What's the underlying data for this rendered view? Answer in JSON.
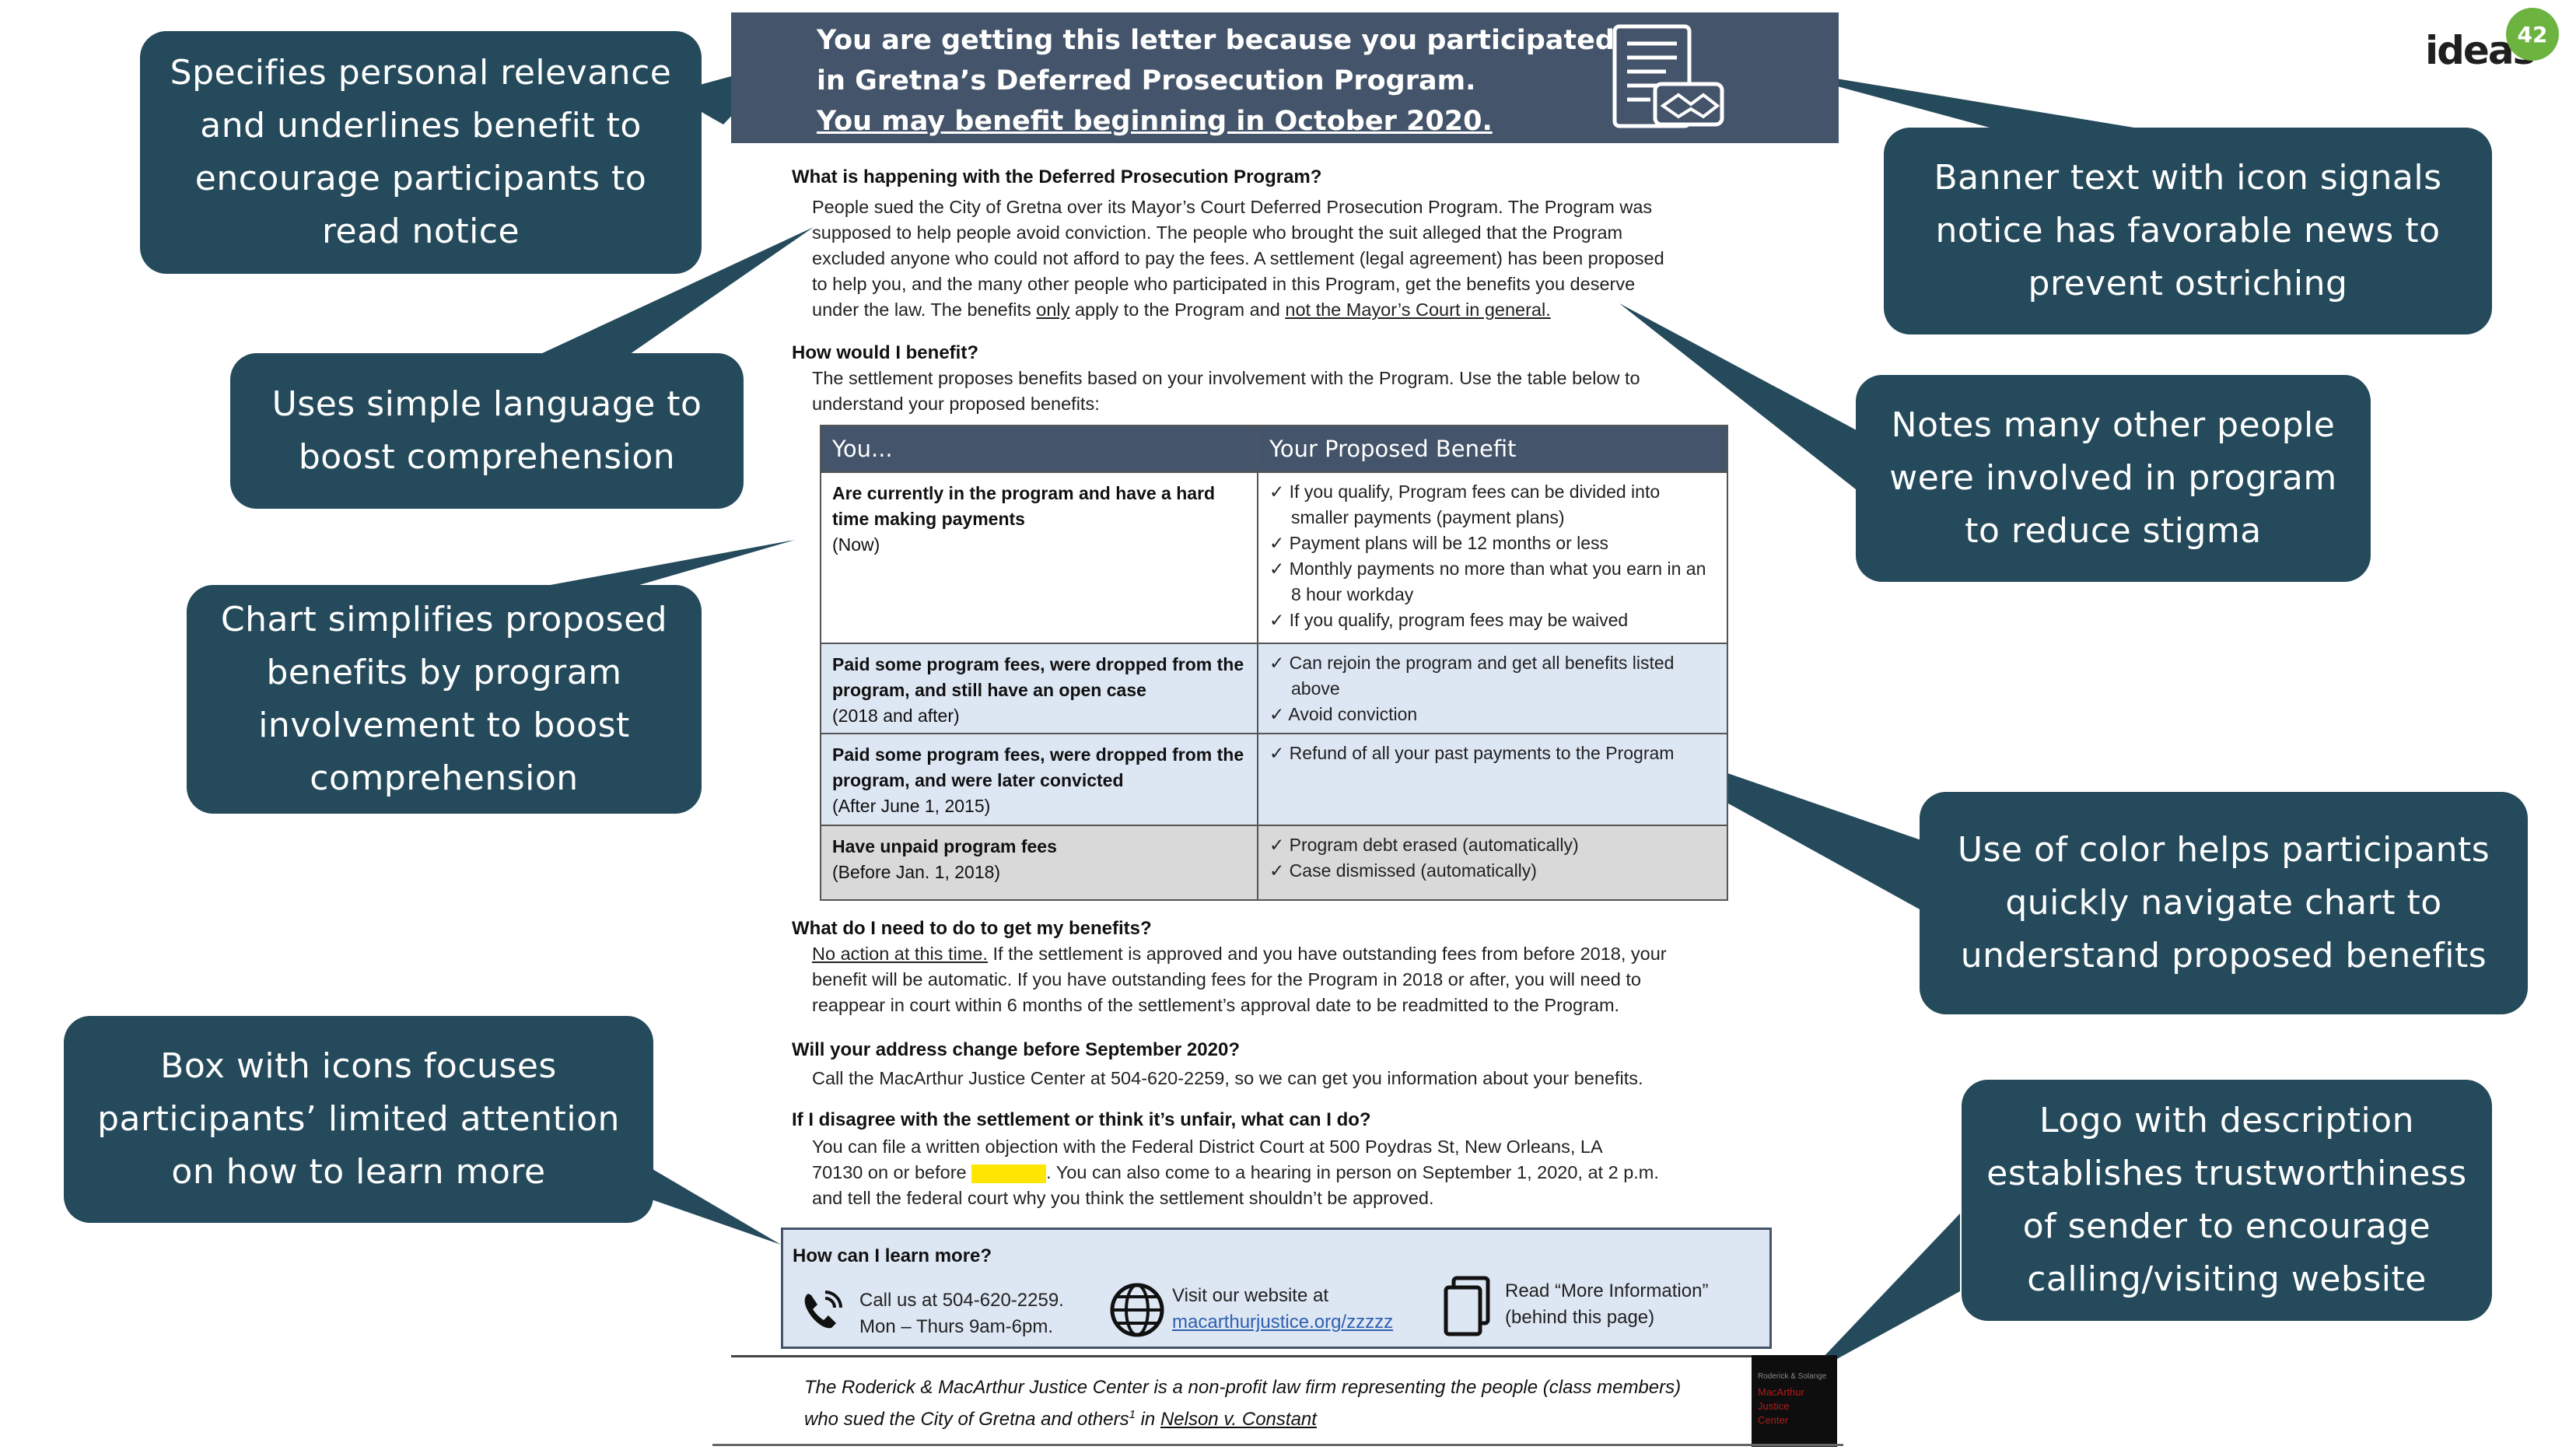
{
  "callouts": {
    "relevance": "Specifies personal relevance and underlines benefit to encourage participants to read notice",
    "simple_language": "Uses simple language to boost comprehension",
    "chart": "Chart simplifies proposed benefits by program involvement to boost comprehension",
    "box_icons": "Box with icons focuses participants’ limited attention on how to learn more",
    "banner": "Banner text with icon signals notice has favorable news to prevent ostriching",
    "many_people": "Notes many other people were involved in program to reduce stigma",
    "color": "Use of color helps participants quickly navigate chart to understand proposed benefits",
    "logo": "Logo with description establishes trustworthiness of sender to encourage calling/visiting website"
  },
  "banner": {
    "line1": "You are getting this letter because you participated",
    "line2": "in Gretna’s Deferred Prosecution Program.",
    "line3": "You may benefit beginning in October 2020.",
    "icon": "handshake-document-icon"
  },
  "sections": {
    "q1": "What is happening with the Deferred Prosecution Program?",
    "p1_l1": "People sued the City of Gretna over its Mayor’s Court Deferred Prosecution Program. The Program was",
    "p1_l2": "supposed to help people avoid conviction. The people who brought the suit alleged that the Program",
    "p1_l3": "excluded anyone who could not afford to pay the fees. A settlement (legal agreement) has been proposed",
    "p1_l4": "to help you, and the many other people who participated in this Program, get the benefits you deserve",
    "p1_l5a": "under the law. The benefits ",
    "p1_l5b": "only",
    "p1_l5c": " apply to the Program and ",
    "p1_l5d": "not the Mayor’s Court in general.",
    "q2": "How would I benefit?",
    "p2_l1": "The settlement proposes benefits based on your involvement with the Program. Use the table below to",
    "p2_l2": "understand your proposed benefits:",
    "q3": "What do I need to do to get my benefits?",
    "p3_l1a": "No action at this time.",
    "p3_l1b": " If the settlement is approved and you have outstanding fees from before 2018,  your",
    "p3_l2": "benefit will be automatic. If you have outstanding fees for the Program in 2018 or after, you will need to",
    "p3_l3": "reappear in court within 6 months of the settlement’s approval date to be readmitted to the Program.",
    "q4": "Will your address change before September 2020?",
    "p4": "Call the MacArthur Justice Center at 504-620-2259, so we can get you information about your benefits.",
    "q5": "If I disagree with the settlement or think it’s unfair, what can I do?",
    "p5_l1": "You can file a written objection with the Federal District Court at 500 Poydras St, New Orleans, LA",
    "p5_l2a": "70130 on or before ",
    "p5_l2b": ". You can also come to a hearing in person on September 1, 2020, at 2 p.m.",
    "p5_l3": "and tell the federal court why you think the settlement shouldn’t be approved."
  },
  "table": {
    "col1": "You...",
    "col2": "Your Proposed Benefit",
    "rows": [
      {
        "left_bold": "Are currently in the program and have a hard time making payments",
        "left_note": "(Now)",
        "benefits": [
          "If you qualify, Program fees can be divided into smaller payments (payment plans)",
          "Payment plans will be 12 months or less",
          "Monthly payments no more than what you earn in an 8 hour workday",
          "If you qualify, program fees may be waived"
        ]
      },
      {
        "left_bold": "Paid some program fees, were dropped from the program, and still have an open case",
        "left_note": "(2018 and after)",
        "benefits": [
          "Can rejoin the program and get all benefits listed above",
          "Avoid conviction"
        ]
      },
      {
        "left_bold": "Paid some program fees, were dropped from the program, and were later convicted",
        "left_note": "(After June 1, 2015)",
        "benefits": [
          "Refund of all your past payments to the Program"
        ]
      },
      {
        "left_bold": "Have unpaid program fees",
        "left_note": "(Before Jan. 1, 2018)",
        "benefits": [
          "Program debt erased (automatically)",
          "Case dismissed (automatically)"
        ]
      }
    ],
    "colors": {
      "header": "#44546a",
      "row_white": "#ffffff",
      "row_blue": "#dde6f3",
      "row_gray": "#d9d9d9"
    },
    "check": "✓"
  },
  "learn_more": {
    "title": "How can I learn more?",
    "phone_l1": "Call us at 504-620-2259.",
    "phone_l2": "Mon – Thurs 9am-6pm.",
    "web_l1": "Visit our website at",
    "web_l2": "macarthurjustice.org/zzzzz",
    "read_l1": "Read “More Information”",
    "read_l2": "(behind this page)"
  },
  "footer": {
    "l1": "The Roderick & MacArthur Justice Center is a non-profit law firm representing the people (class members)",
    "l2a": "who sued the City of Gretna and others",
    "l2sup": "1",
    "l2b": " in ",
    "l2c": "Nelson v. Constant",
    "logo_text": [
      "Roderick & Solange",
      "MacArthur",
      "Justice",
      "Center"
    ]
  },
  "brand": {
    "name": "ideas",
    "badge": "42",
    "accent": "#244a5c"
  }
}
